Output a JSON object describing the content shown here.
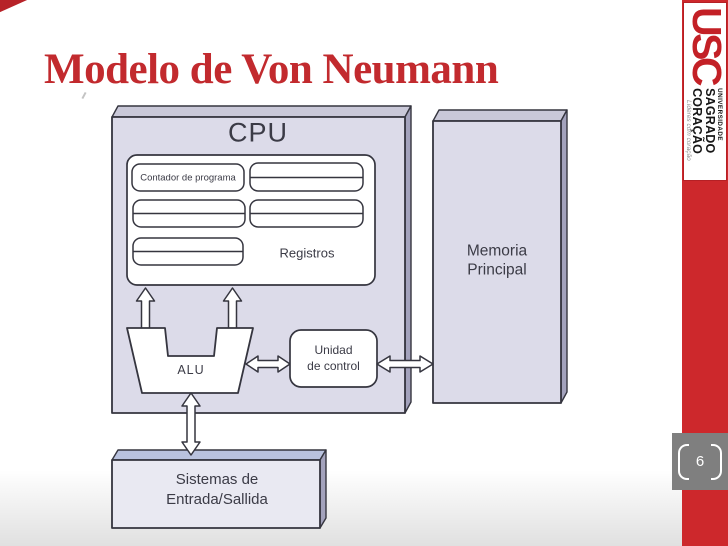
{
  "slide": {
    "title": "Modelo de Von Neumann",
    "page_number": "6",
    "colors": {
      "sidebar_red": "#cd282c",
      "title_red": "#c22a2e",
      "badge_gray": "#7f7f7f",
      "box_fill": "#dcdbe9",
      "box_side": "#a3a2bc",
      "box_top": "#c9c8d8",
      "io_top_blue": "#b9c2de",
      "diagram_stroke": "#35353f"
    }
  },
  "diagram": {
    "cpu": {
      "label": "CPU"
    },
    "registers": {
      "program_counter_label": "Contador de programa",
      "panel_label": "Registros"
    },
    "alu": {
      "label": "ALU"
    },
    "control_unit": {
      "label_line1": "Unidad",
      "label_line2": "de control"
    },
    "memory": {
      "label_line1": "Memoria",
      "label_line2": "Principal"
    },
    "io": {
      "label_line1": "Sistemas de",
      "label_line2": "Entrada/Sallida"
    }
  },
  "logo": {
    "acronym": "USC",
    "line1": "UNIVERSIDADE",
    "line2": "SAGRADO",
    "line3": "CORAÇÃO",
    "tagline": "Líderes com coração"
  }
}
